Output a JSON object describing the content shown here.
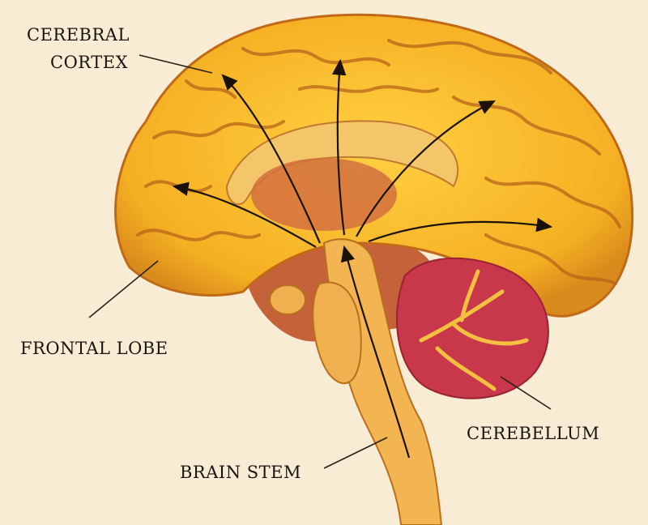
{
  "labels": {
    "cerebral_cortex_line1": "CEREBRAL",
    "cerebral_cortex_line2": "CORTEX",
    "frontal_lobe": "FRONTAL LOBE",
    "cerebellum": "CEREBELLUM",
    "brain_stem": "BRAIN STEM"
  },
  "colors": {
    "background": "#f8ecd5",
    "cortex": "#f5b926",
    "cortex_shadow": "#d9861c",
    "cerebellum": "#c9374a",
    "stem": "#f2b552",
    "inner": "#c4623a"
  }
}
